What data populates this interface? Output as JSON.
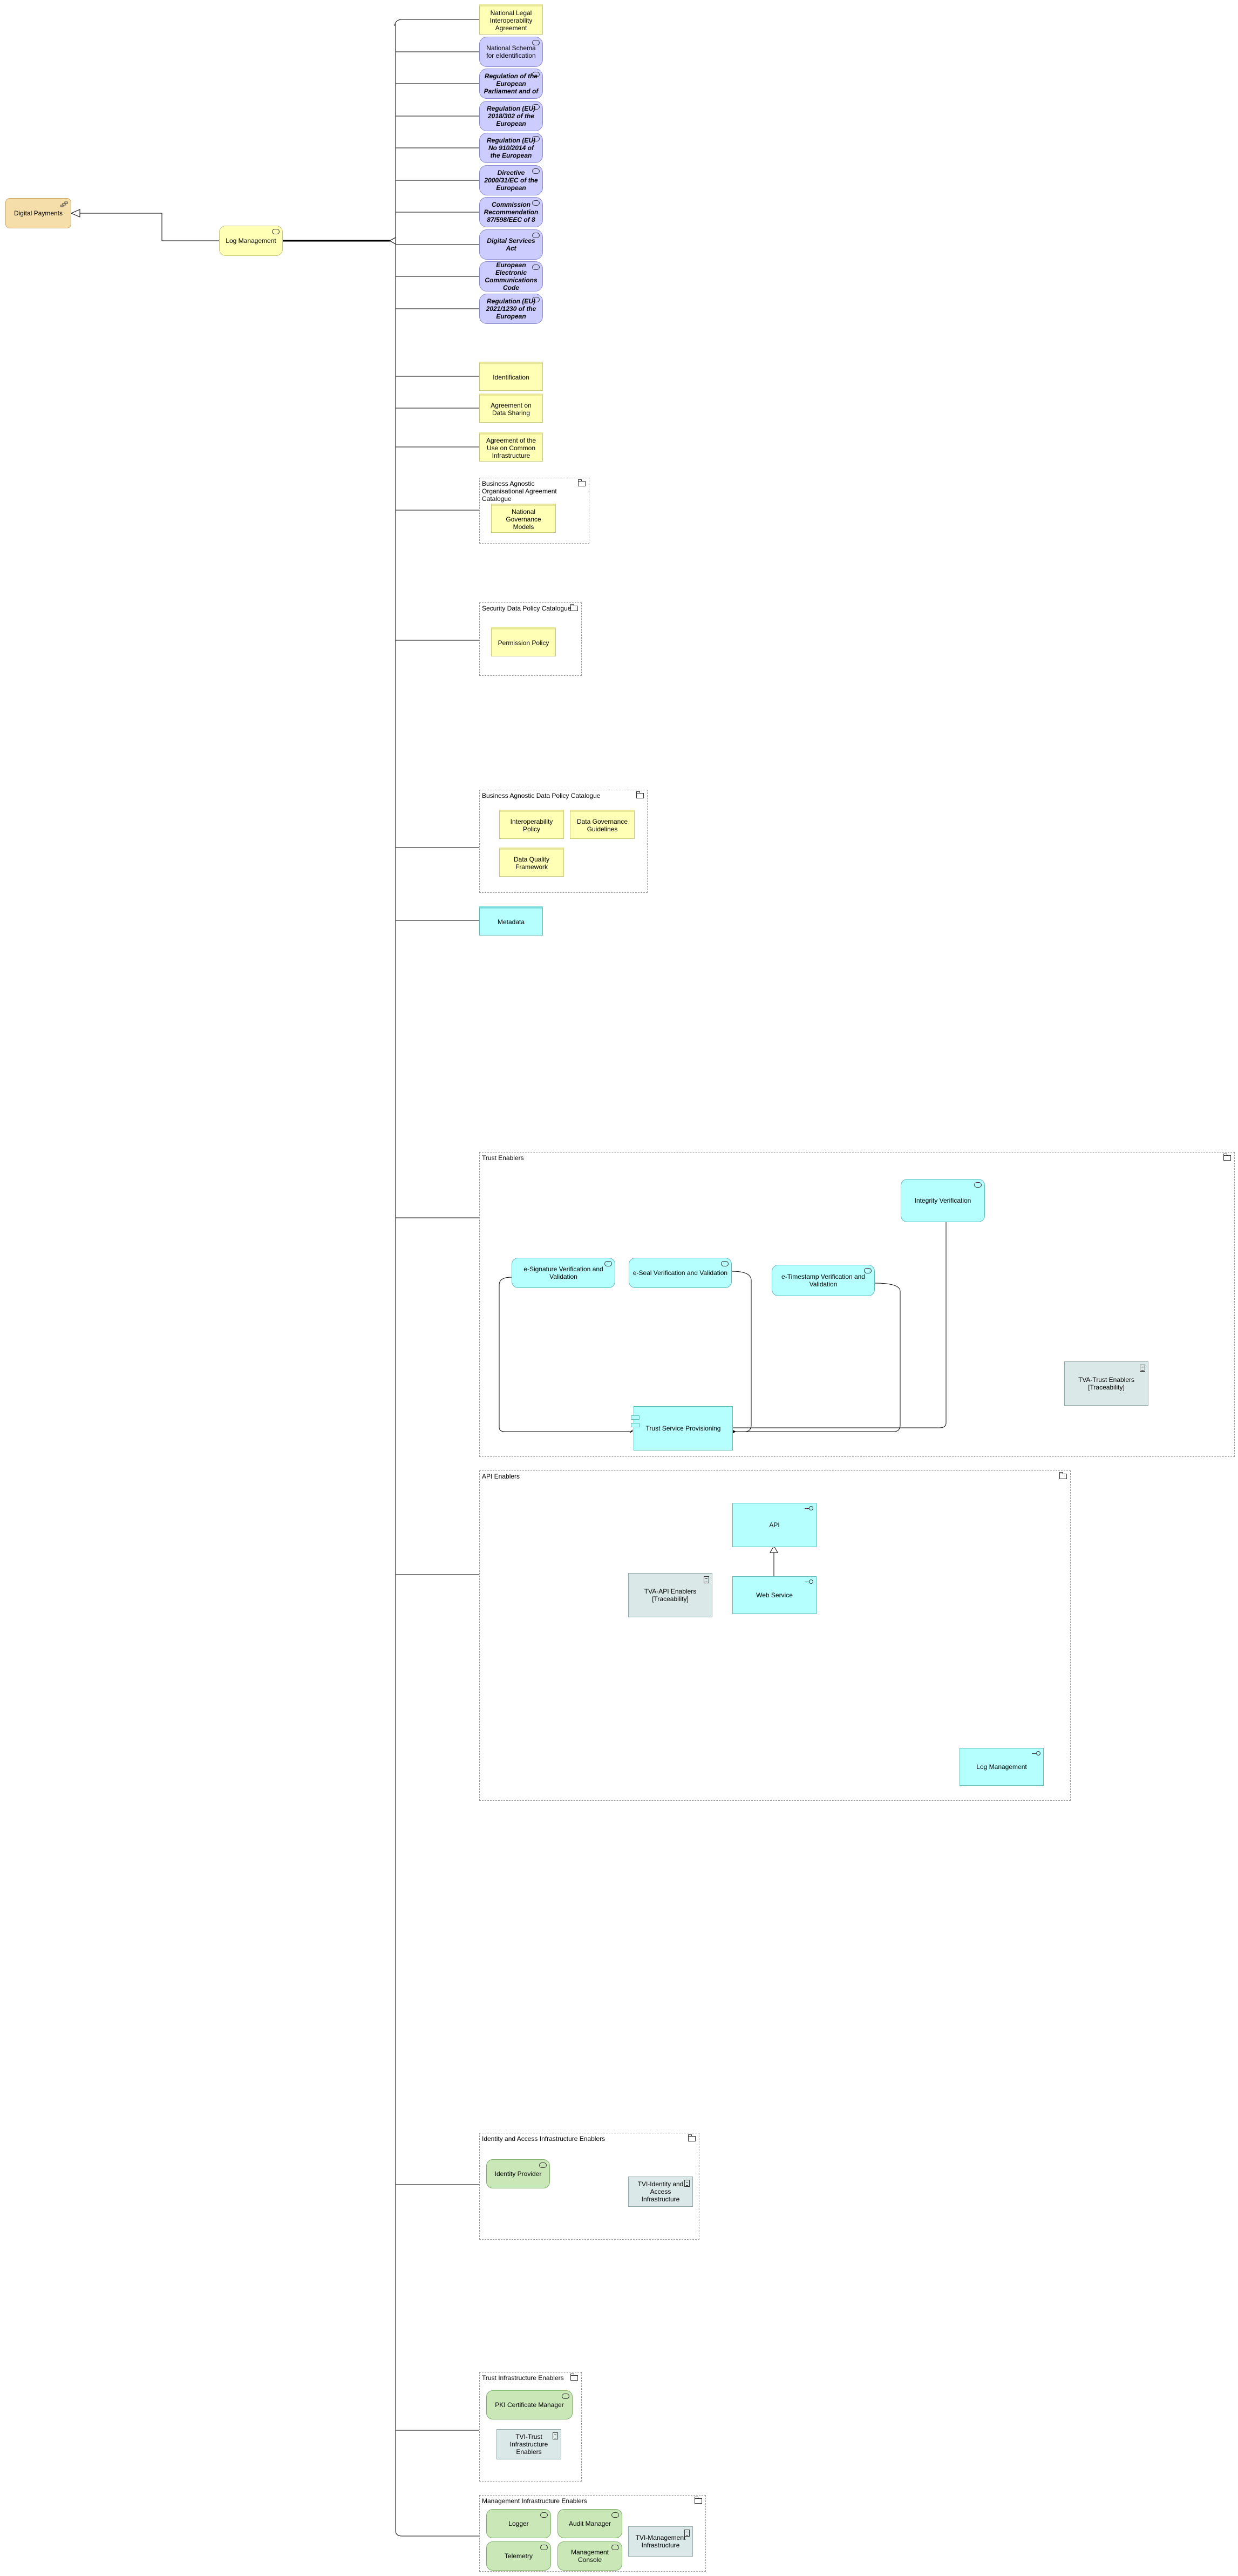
{
  "nodes": {
    "digital_payments": "Digital Payments",
    "log_management": "Log Management",
    "national_legal_agreement": "National Legal Interoperability Agreement",
    "national_schema": "National Schema for eIdentification",
    "regulation_eu_parliament": "Regulation of the European Parliament and of",
    "regulation_2018_302": "Regulation (EU) 2018/302 of the European",
    "regulation_910_2014": "Regulation (EU) No 910/2014 of the European",
    "directive_2000_31": "Directive 2000/31/EC of the European",
    "commission_recommendation": "Commission Recommendation 87/598/EEC of 8",
    "digital_services_act": "Digital Services Act",
    "electronic_communications_code": "European Electronic Communications Code",
    "regulation_2021_1230": "Regulation (EU) 2021/1230 of the European",
    "identification": "Identification",
    "agreement_data_sharing": "Agreement on Data Sharing",
    "agreement_common_infra": "Agreement of the Use on Common Infrastructure",
    "national_governance_models": "National Governance Models",
    "permission_policy": "Permission Policy",
    "interoperability_policy": "Interoperability Policy",
    "data_governance_guidelines": "Data Governance Guidelines",
    "data_quality_framework": "Data Quality Framework",
    "metadata": "Metadata",
    "integrity_verification": "Integrity Verification",
    "esignature": "e-Signature Verification and Validation",
    "eseal": "e-Seal Verification and Validation",
    "etimestamp": "e-Timestamp Verification and Validation",
    "trust_service_provisioning": "Trust Service Provisioning",
    "tva_trust_enablers": "TVA-Trust Enablers [Traceability]",
    "api": "API",
    "web_service": "Web Service",
    "tva_api_enablers": "TVA-API Enablers [Traceability]",
    "log_management_iface": "Log Management",
    "identity_provider": "Identity Provider",
    "tvi_identity_access": "TVI-Identity and Access Infrastructure",
    "pki_certificate_manager": "PKI Certificate Manager",
    "tvi_trust_infra": "TVI-Trust Infrastructure Enablers",
    "logger": "Logger",
    "audit_manager": "Audit Manager",
    "telemetry": "Telemetry",
    "management_console": "Management Console",
    "tvi_management_infra": "TVI-Management Infrastructure"
  },
  "groups": {
    "business_agnostic_org": "Business Agnostic Organisational Agreement Catalogue",
    "security_data_policy": "Security Data Policy Catalogue",
    "business_agnostic_data_policy": "Business Agnostic Data Policy Catalogue",
    "trust_enablers": "Trust Enablers",
    "api_enablers": "API Enablers",
    "identity_access": "Identity and Access Infrastructure Enablers",
    "trust_infrastructure": "Trust Infrastructure Enablers",
    "management_infrastructure": "Management Infrastructure Enablers"
  },
  "colors": {
    "requirement_yellow": "#ffffb5",
    "constraint_lavender": "#ccccff",
    "application_cyan": "#b5ffff",
    "technology_green": "#c9e7b7",
    "strategy_orange": "#f5deaa",
    "tva_grey": "#dbe8e8"
  }
}
